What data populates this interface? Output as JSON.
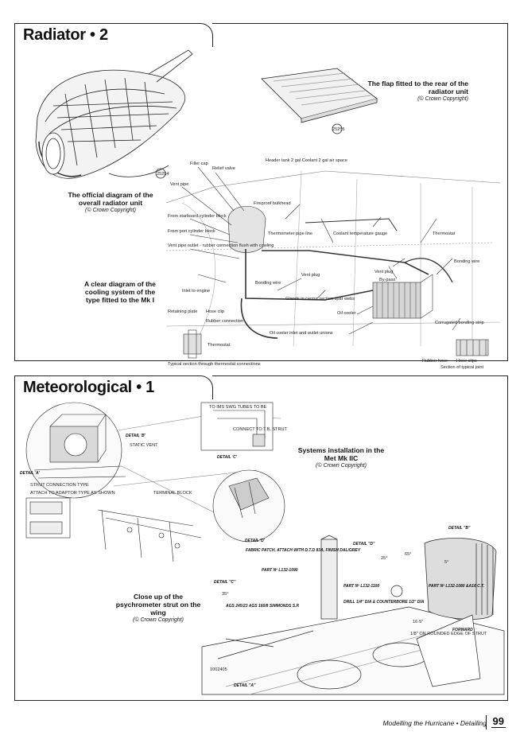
{
  "sections": {
    "radiator": {
      "title": "Radiator • 2",
      "flap_caption": "The flap fitted to the rear of the radiator unit",
      "flap_credit": "(© Crown Copyright)",
      "official_caption": "The official diagram of the overall radiator unit",
      "official_credit": "(© Crown Copyright)",
      "cooling_caption": "A clear diagram of the cooling system of the type fitted to the Mk I",
      "part_numbers": [
        "25254",
        "25255"
      ],
      "diagram_labels": {
        "filler_cap": "Filler cap",
        "relief_valve": "Relief valve",
        "vent_pipe": "Vent pipe",
        "fireproof": "Fireproof bulkhead",
        "header_tank": "Header tank 2 gal Coolant 2 gal air space",
        "from_starboard": "From starboard cylinder block",
        "from_port": "From port cylinder block",
        "vent_pipe_outlet": "Vent pipe outlet - rubber connection flush with cowling",
        "thermometer_pipe": "Thermometer pipe line",
        "coolant_temp": "Coolant temperature gauge",
        "thermostat_top": "Thermostat",
        "vent_plug_1": "Vent plug",
        "by_pass": "By-pass",
        "bonding_wire_right": "Bonding wire",
        "vent_plug_2": "Vent plug",
        "bonding_wire_left": "Bonding wire",
        "inlet_engine": "Inlet to engine",
        "glands": "Glands in centre section spar webs",
        "oil_cooler": "Oil cooler",
        "retaining_plate": "Retaining plate",
        "hose_clip": "Hose clip",
        "rubber_connection": "Rubber connection",
        "thermostat_bottom": "Thermostat",
        "oil_cooler_unions": "Oil cooler inlet and outlet unions",
        "corrugated": "Corrugated bonding strip",
        "typical_section": "Typical section through thermostat connections",
        "rubber_hose": "Rubber hose",
        "hose_clips": "Hose clips",
        "section_joint": "Section of typical joint"
      }
    },
    "meteorological": {
      "title": "Meteorological • 1",
      "systems_caption": "Systems installation in the Met Mk IIC",
      "systems_credit": "(© Crown Copyright)",
      "closeup_caption": "Close up of the psychrometer strut on the wing",
      "closeup_credit": "(© Crown Copyright)",
      "detail_labels": {
        "detail_a": "DETAIL 'A'",
        "detail_b": "DETAIL 'B'",
        "detail_c": "DETAIL 'C'",
        "detail_d": "DETAIL 'D'",
        "detail_a_lower": "DETAIL \"A\"",
        "detail_b_lower": "DETAIL \"B\"",
        "detail_c_lower": "DETAIL \"C\"",
        "detail_d_lower": "DETAIL \"D\"",
        "fabric_patch": "FABRIC PATCH, ATTACH WITH D.T.D 83A, FINISH DAL/GREY",
        "part_1090": "PART Nº L132-1090",
        "part_1100": "PART Nº L132-1100",
        "part_1080": "PART Nº L132-1080 &A16 C.T.",
        "drill": "DRILL 1/4\" DIA & COUNTERBORE 1/2\" DIA",
        "ags": "AGS 245/23 AGS 160/8 SIMMONDS S.P.",
        "forward": "FORWARD",
        "dim_35": "35°",
        "dim_65": "65°",
        "dim_5": "5°",
        "dim_25": "25°",
        "dim_16_5": "16·5\"",
        "dim_round": "1/8\" ON ROUNDED EDGE OF STRUT",
        "number_1002": "1002405",
        "detail_a_note": "STRUT CONNECTION TYPE",
        "attach_note": "ATTACH TO ADAPTOR TYPE AS SHOWN",
        "weather_note": "STATIC VENT",
        "tube_note": "TO IMS SWG TUBES TO BE",
        "connect_note": "CONNECT TO T.B. STRUT",
        "terminal_note": "TERMINAL BLOCK"
      }
    }
  },
  "footer": {
    "text": "Modelling the Hurricane • Detailing",
    "page_number": "99"
  }
}
